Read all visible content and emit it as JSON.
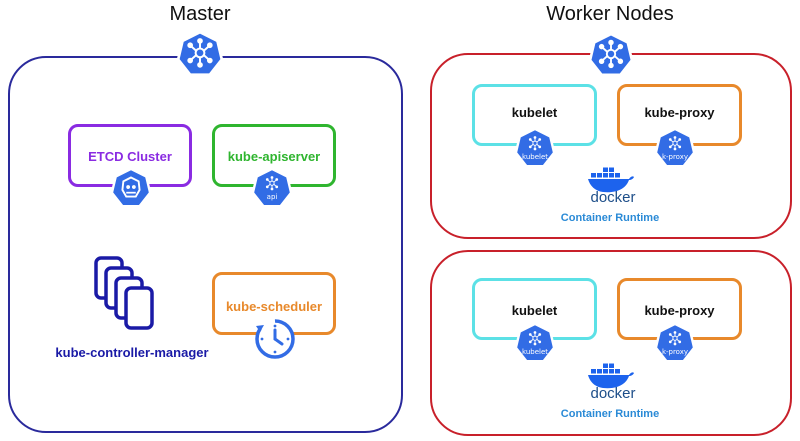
{
  "master": {
    "title": "Master",
    "etcd_label": "ETCD Cluster",
    "apiserver_label": "kube-apiserver",
    "apiserver_icon_caption": "api",
    "scheduler_label": "kube-scheduler",
    "controller_manager_label": "kube-controller-manager"
  },
  "workers": {
    "title": "Worker Nodes",
    "nodes": [
      {
        "kubelet_label": "kubelet",
        "kubelet_icon_caption": "kubelet",
        "kube_proxy_label": "kube-proxy",
        "kube_proxy_icon_caption": "k-proxy",
        "docker_wordmark": "docker",
        "runtime_label": "Container Runtime"
      },
      {
        "kubelet_label": "kubelet",
        "kubelet_icon_caption": "kubelet",
        "kube_proxy_label": "kube-proxy",
        "kube_proxy_icon_caption": "k-proxy",
        "docker_wordmark": "docker",
        "runtime_label": "Container Runtime"
      }
    ]
  },
  "icons": {
    "master_node": "kubernetes-node-icon",
    "worker_node": "kubernetes-node-icon",
    "etcd": "etcd-icon",
    "apiserver": "kubernetes-api-icon",
    "scheduler": "clock-icon",
    "controller_manager": "stacked-documents-icon",
    "kubelet": "kubernetes-kubelet-icon",
    "kube_proxy": "kubernetes-proxy-icon",
    "docker": "docker-whale-icon"
  },
  "colors": {
    "k8s_blue": "#326ce5",
    "master_border": "#2a2a9c",
    "worker_border": "#c8202a",
    "etcd": "#8a2be2",
    "apiserver": "#2fb52f",
    "scheduler": "#e8892b",
    "controller_manager": "#1a1aa6",
    "kubelet": "#5ce1e6",
    "kube_proxy": "#e8892b",
    "docker": "#1d63ed",
    "runtime_text": "#2a8ad6"
  }
}
